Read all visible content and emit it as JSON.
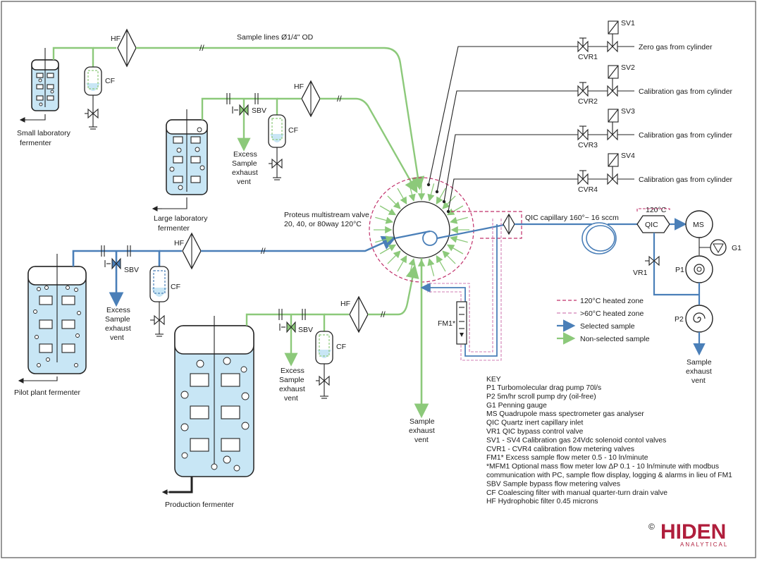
{
  "labels": {
    "sample_lines": "Sample lines  Ø1/4\" OD",
    "hf": "HF",
    "cf": "CF",
    "sbv": "SBV",
    "small_fermenter_1": "Small laboratory",
    "small_fermenter_2": "fermenter",
    "large_fermenter_1": "Large laboratory",
    "large_fermenter_2": "fermenter",
    "pilot_fermenter": "Pilot plant fermenter",
    "production_fermenter": "Production fermenter",
    "excess_1": "Excess",
    "excess_2": "Sample",
    "excess_3": "exhaust",
    "excess_4": "vent",
    "valve_1": "Proteus multistream valve",
    "valve_2": "20, 40, or 80way 120°C",
    "qic_capillary": "QIC capillary 160°~ 16 sccm",
    "qic_temp": "120°C",
    "qic": "QIC",
    "ms": "MS",
    "g1": "G1",
    "p1": "P1",
    "p2": "P2",
    "vr1": "VR1",
    "fm1": "FM1*",
    "sample_vent_1": "Sample",
    "sample_vent_2": "exhaust",
    "sample_vent_3": "vent",
    "sv1": "SV1",
    "sv2": "SV2",
    "sv3": "SV3",
    "sv4": "SV4",
    "cvr1": "CVR1",
    "cvr2": "CVR2",
    "cvr3": "CVR3",
    "cvr4": "CVR4",
    "gas_zero": "Zero gas from cylinder",
    "gas_cal": "Calibration gas from cylinder"
  },
  "legend": {
    "heated_120": "120°C heated zone",
    "heated_60": ">60°C heated zone",
    "selected": "Selected sample",
    "non_selected": "Non-selected sample"
  },
  "key": {
    "title": "KEY",
    "lines": [
      "P1 Turbomolecular drag pump 70l/s",
      "P2  5m/hr scroll pump dry (oil-free)",
      "G1 Penning gauge",
      "MS Quadrupole mass spectrometer gas analyser",
      "QIC Quartz inert capillary inlet",
      "VR1 QIC bypass control valve",
      "SV1 - SV4  Calibration gas 24Vdc solenoid contol valves",
      "CVR1 - CVR4 calibration flow metering valves",
      "FM1*  Excess sample flow meter 0.5 - 10 ln/minute",
      "*MFM1  Optional mass flow meter low ΔP 0.1 - 10 ln/minute with modbus",
      "communication with PC, sample flow display, logging & alarms in lieu of FM1",
      "SBV  Sample bypass flow metering valves",
      "CF   Coalescing filter with manual quarter-turn drain valve",
      "HF   Hydrophobic filter 0.45 microns"
    ]
  },
  "brand": {
    "copyright": "©",
    "name": "HIDEN",
    "sub": "ANALYTICAL",
    "color": "#b01e3c"
  },
  "colors": {
    "green_line": "#8cc97a",
    "blue_line": "#4a7fb8",
    "vessel_fill": "#c8e6f5",
    "heated_120": "#c0306a",
    "heated_60": "#d27fb4"
  }
}
